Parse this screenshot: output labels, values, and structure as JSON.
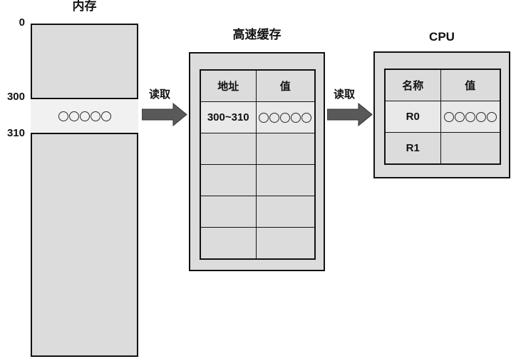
{
  "memory": {
    "title": "内存",
    "address_labels": [
      "0",
      "300",
      "310"
    ],
    "highlighted_block_circle_count": 5
  },
  "arrows": [
    {
      "label": "读取"
    },
    {
      "label": "读取"
    }
  ],
  "cache": {
    "title": "高速缓存",
    "table": {
      "headers": [
        "地址",
        "值"
      ],
      "rows": [
        {
          "address": "300~310",
          "circle_count": 5
        },
        {
          "address": "",
          "circle_count": 0
        },
        {
          "address": "",
          "circle_count": 0
        },
        {
          "address": "",
          "circle_count": 0
        },
        {
          "address": "",
          "circle_count": 0
        }
      ]
    }
  },
  "cpu": {
    "title": "CPU",
    "table": {
      "headers": [
        "名称",
        "值"
      ],
      "rows": [
        {
          "name": "R0",
          "circle_count": 5
        },
        {
          "name": "R1",
          "circle_count": 0
        }
      ]
    }
  },
  "colors": {
    "box_fill": "#dcdcdc",
    "highlight_fill": "#f1f1f1",
    "filled_row_fill": "#e9e9e9",
    "border": "#111111",
    "arrow_fill": "#595959"
  }
}
